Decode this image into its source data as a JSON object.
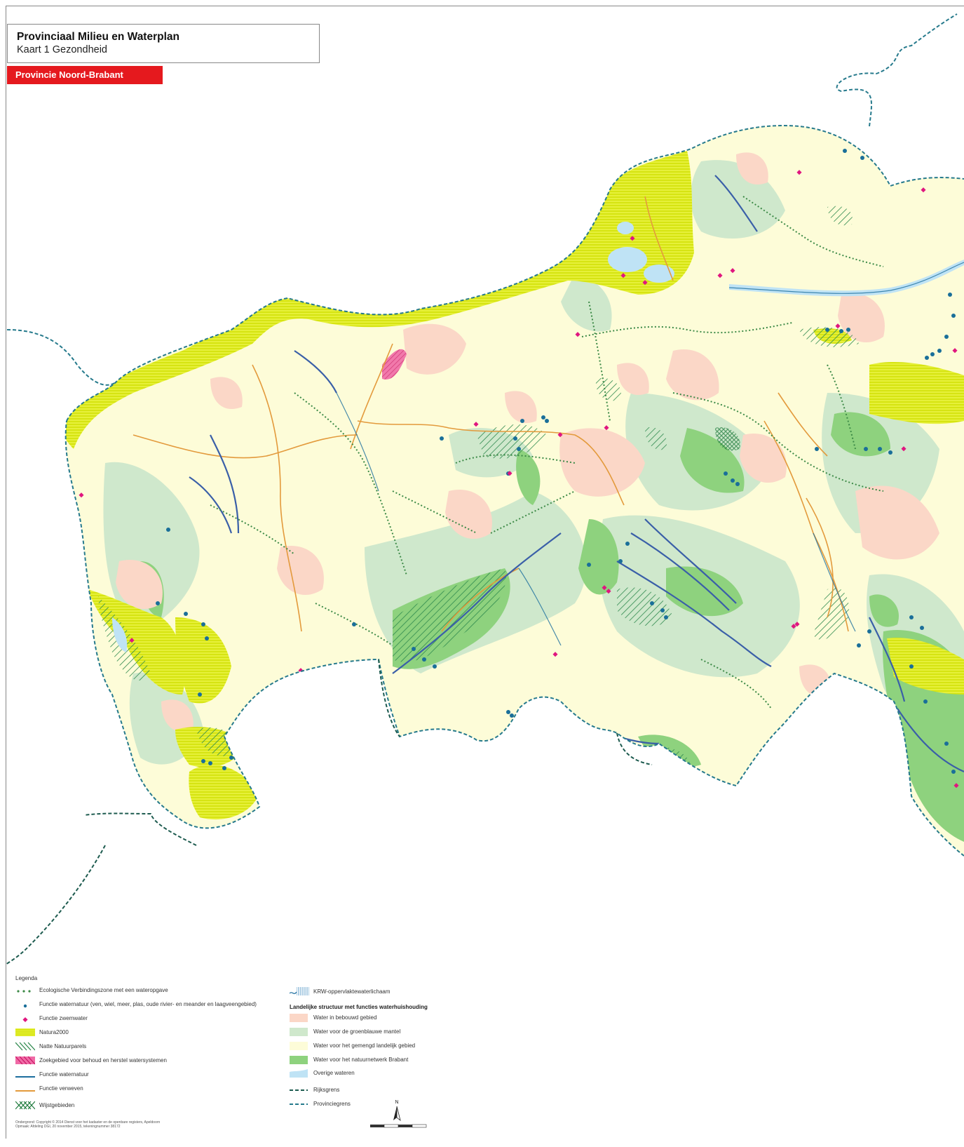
{
  "title": {
    "main": "Provinciaal Milieu en Waterplan",
    "sub": "Kaart 1 Gezondheid",
    "province": "Provincie Noord-Brabant"
  },
  "colors": {
    "bebouwd": "#fbd7c7",
    "groenblauw": "#cfe8cc",
    "landelijk": "#fdfcd8",
    "natuurnetwerk": "#8ed27e",
    "natura2000": "#e2ef1c",
    "water": "#bfe3f5",
    "waternatuur_line": "#1c6e9e",
    "verweven_line": "#e39a3c",
    "ecozone": "#3d8a47",
    "zwemwater": "#e0167f",
    "waternatuur_dot": "#1a6f99",
    "grens": "#1d5b4f",
    "provinciegrens": "#267a8c"
  },
  "legend": {
    "heading": "Legenda",
    "left": [
      {
        "label": "Ecologische Verbindingszone met een wateropgave",
        "icon": "dotted-green-line-icon"
      },
      {
        "label": "Functie waternatuur (ven, wiel, meer, plas, oude rivier- en meander en laagveengebied)",
        "icon": "blue-dot-icon"
      },
      {
        "label": "Functie zwemwater",
        "icon": "pink-diamond-icon"
      },
      {
        "label": "Natura2000",
        "icon": "yellow-hatch-icon"
      },
      {
        "label": "Natte Natuurparels",
        "icon": "green-diagonal-hatch-icon"
      },
      {
        "label": "Zoekgebied voor behoud en herstel watersystemen",
        "icon": "pink-hatch-icon"
      },
      {
        "label": "Functie waternatuur",
        "icon": "blue-line-icon"
      },
      {
        "label": "Functie verweven",
        "icon": "orange-line-icon"
      },
      {
        "label": "Wijstgebieden",
        "icon": "green-crosshatch-icon"
      }
    ],
    "right_top": {
      "label": "KRW-oppervlaktewaterlichaam",
      "icon": "krw-hatch-icon"
    },
    "right_subheading": "Landelijke structuur met functies waterhuishouding",
    "right": [
      {
        "label": "Water in bebouwd gebied",
        "icon": "salmon-swatch-icon"
      },
      {
        "label": "Water voor de groenblauwe mantel",
        "icon": "lightgreen-swatch-icon"
      },
      {
        "label": "Water voor het gemengd landelijk gebied",
        "icon": "cream-swatch-icon"
      },
      {
        "label": "Water voor het natuurnetwerk Brabant",
        "icon": "green-swatch-icon"
      },
      {
        "label": "Overige wateren",
        "icon": "water-swatch-icon"
      },
      {
        "label": "Rijksgrens",
        "icon": "dark-dashed-line-icon"
      },
      {
        "label": "Provinciegrens",
        "icon": "teal-dashed-line-icon"
      }
    ]
  },
  "north_label": "N",
  "credits": {
    "line1": "Ondergrond: Copyright © 2014 Dienst voor het kadaster en de openbare registers, Apeldoorn",
    "line2": "Opmaak: Afdeling DGI, 20 november 2015, tekeningnummer 38172"
  }
}
